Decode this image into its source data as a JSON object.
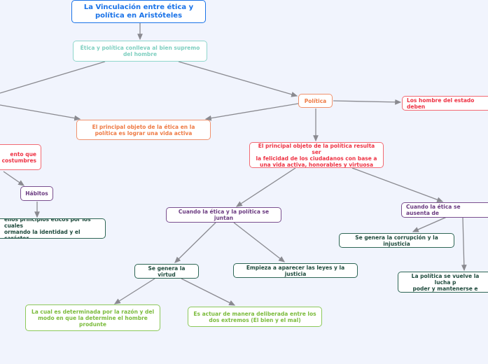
{
  "nodes": {
    "title": "La Vinculación entre ética y\npolítica en Aristóteles",
    "etica_politica": "Ética y política conlleva al bien supremo\ndel hombre",
    "objeto_etica": "El principal objeto de la ética en la\npolítica es lograr una vida activa",
    "politica": "Política",
    "hombres_estado": "Los hombre del estado deben",
    "objeto_politica": "El principal objeto de la política resulta ser\nla felicidad de los ciudadanos con base a\nuna vida activa, honorables y virtuosa",
    "comportamiento": "ento que\n costumbres",
    "habitos": "Hábitos",
    "principios": "ellos principios éticos por los cuales\normando la identidad y el carácter",
    "cuando_juntan": "Cuando la ética y la política se juntan",
    "cuando_ausenta": "Cuando la ética se ausenta de",
    "corrupcion": "Se genera la corrupción y la injusticia",
    "virtud": "Se genera la virtud",
    "leyes": "Empieza a aparecer las leyes y la justicia",
    "lucha": "La política se vuelve la lucha p\npoder y mantenerse e",
    "razon": "La cual es determinada por la razón y del\nmodo en que la determine el hombre\nprodunte",
    "actuar": "Es actuar de manera deliberada entre los\ndos extremos (El bien y el mal)"
  }
}
